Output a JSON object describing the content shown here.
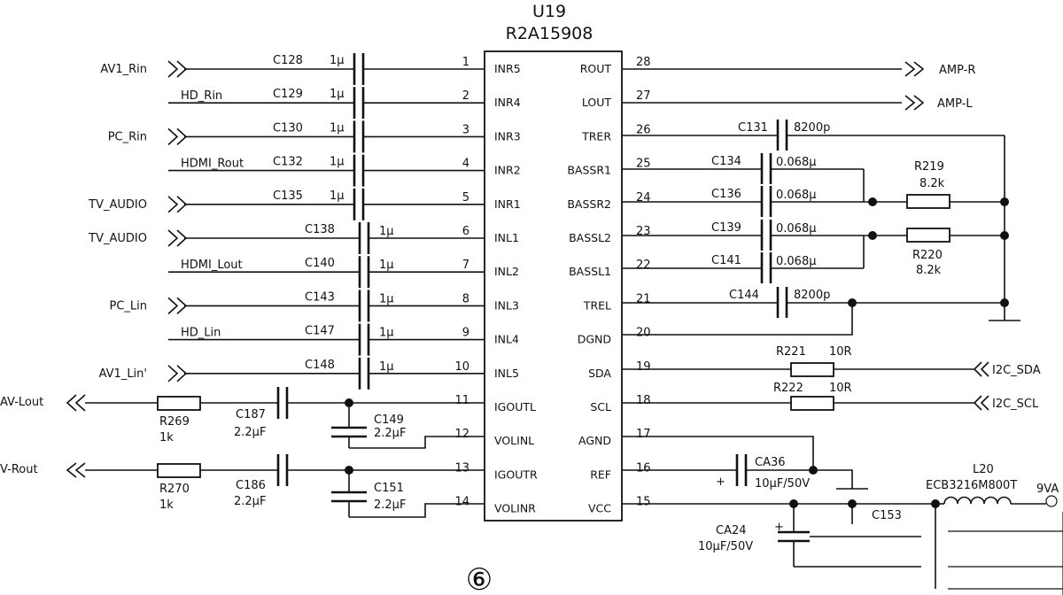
{
  "chip": {
    "ref": "U19",
    "part": "R2A15908"
  },
  "pins_left": [
    {
      "num": "1",
      "name": "INR5"
    },
    {
      "num": "2",
      "name": "INR4"
    },
    {
      "num": "3",
      "name": "INR3"
    },
    {
      "num": "4",
      "name": "INR2"
    },
    {
      "num": "5",
      "name": "INR1"
    },
    {
      "num": "6",
      "name": "INL1"
    },
    {
      "num": "7",
      "name": "INL2"
    },
    {
      "num": "8",
      "name": "INL3"
    },
    {
      "num": "9",
      "name": "INL4"
    },
    {
      "num": "10",
      "name": "INL5"
    },
    {
      "num": "11",
      "name": "IGOUTL"
    },
    {
      "num": "12",
      "name": "VOLINL"
    },
    {
      "num": "13",
      "name": "IGOUTR"
    },
    {
      "num": "14",
      "name": "VOLINR"
    }
  ],
  "pins_right": [
    {
      "num": "28",
      "name": "ROUT"
    },
    {
      "num": "27",
      "name": "LOUT"
    },
    {
      "num": "26",
      "name": "TRER"
    },
    {
      "num": "25",
      "name": "BASSR1"
    },
    {
      "num": "24",
      "name": "BASSR2"
    },
    {
      "num": "23",
      "name": "BASSL2"
    },
    {
      "num": "22",
      "name": "BASSL1"
    },
    {
      "num": "21",
      "name": "TREL"
    },
    {
      "num": "20",
      "name": "DGND"
    },
    {
      "num": "19",
      "name": "SDA"
    },
    {
      "num": "18",
      "name": "SCL"
    },
    {
      "num": "17",
      "name": "AGND"
    },
    {
      "num": "16",
      "name": "REF"
    },
    {
      "num": "15",
      "name": "VCC"
    }
  ],
  "input_nets": [
    {
      "label": "AV1_Rin",
      "arrow": true
    },
    {
      "label": "HD_Rin",
      "arrow": false
    },
    {
      "label": "PC_Rin",
      "arrow": true
    },
    {
      "label": "HDMI_Rout",
      "arrow": false
    },
    {
      "label": "TV_AUDIO",
      "arrow": true
    },
    {
      "label": "TV_AUDIO",
      "arrow": true
    },
    {
      "label": "HDMI_Lout",
      "arrow": false
    },
    {
      "label": "PC_Lin",
      "arrow": true
    },
    {
      "label": "HD_Lin",
      "arrow": false
    },
    {
      "label": "AV1_Lin'",
      "arrow": true
    }
  ],
  "input_caps": [
    {
      "ref": "C128",
      "value": "1μ"
    },
    {
      "ref": "C129",
      "value": "1μ"
    },
    {
      "ref": "C130",
      "value": "1μ"
    },
    {
      "ref": "C132",
      "value": "1μ"
    },
    {
      "ref": "C135",
      "value": "1μ"
    },
    {
      "ref": "C138",
      "value": "1μ"
    },
    {
      "ref": "C140",
      "value": "1μ"
    },
    {
      "ref": "C143",
      "value": "1μ"
    },
    {
      "ref": "C147",
      "value": "1μ"
    },
    {
      "ref": "C148",
      "value": "1μ"
    }
  ],
  "right_nets": {
    "amp_r": "AMP-R",
    "amp_l": "AMP-L",
    "i2c_sda": "I2C_SDA",
    "i2c_scl": "I2C_SCL",
    "supply": "9VA"
  },
  "right_caps": [
    {
      "ref": "C131",
      "value": "8200p"
    },
    {
      "ref": "C134",
      "value": "0.068μ"
    },
    {
      "ref": "C136",
      "value": "0.068μ"
    },
    {
      "ref": "C139",
      "value": "0.068μ"
    },
    {
      "ref": "C141",
      "value": "0.068μ"
    },
    {
      "ref": "C144",
      "value": "8200p"
    }
  ],
  "right_resistors": [
    {
      "ref": "R219",
      "value": "8.2k"
    },
    {
      "ref": "R220",
      "value": "8.2k"
    },
    {
      "ref": "R221",
      "value": "10R"
    },
    {
      "ref": "R222",
      "value": "10R"
    }
  ],
  "bottom_left": {
    "av_lout": "AV-Lout",
    "av_rout": "V-Rout",
    "r269": {
      "ref": "R269",
      "value": "1k"
    },
    "r270": {
      "ref": "R270",
      "value": "1k"
    },
    "c187": {
      "ref": "C187",
      "value": "2.2μF"
    },
    "c186": {
      "ref": "C186",
      "value": "2.2μF"
    },
    "c149": {
      "ref": "C149",
      "value": "2.2μF"
    },
    "c151": {
      "ref": "C151",
      "value": "2.2μF"
    }
  },
  "bottom_right": {
    "ca36": {
      "ref": "CA36",
      "value": "10μF/50V"
    },
    "ca24": {
      "ref": "CA24",
      "value": "10μF/50V"
    },
    "c153": {
      "ref": "C153"
    },
    "l20": {
      "ref": "L20",
      "value": "ECB3216M800T"
    },
    "plus": "+"
  },
  "page_marker": "⑥"
}
